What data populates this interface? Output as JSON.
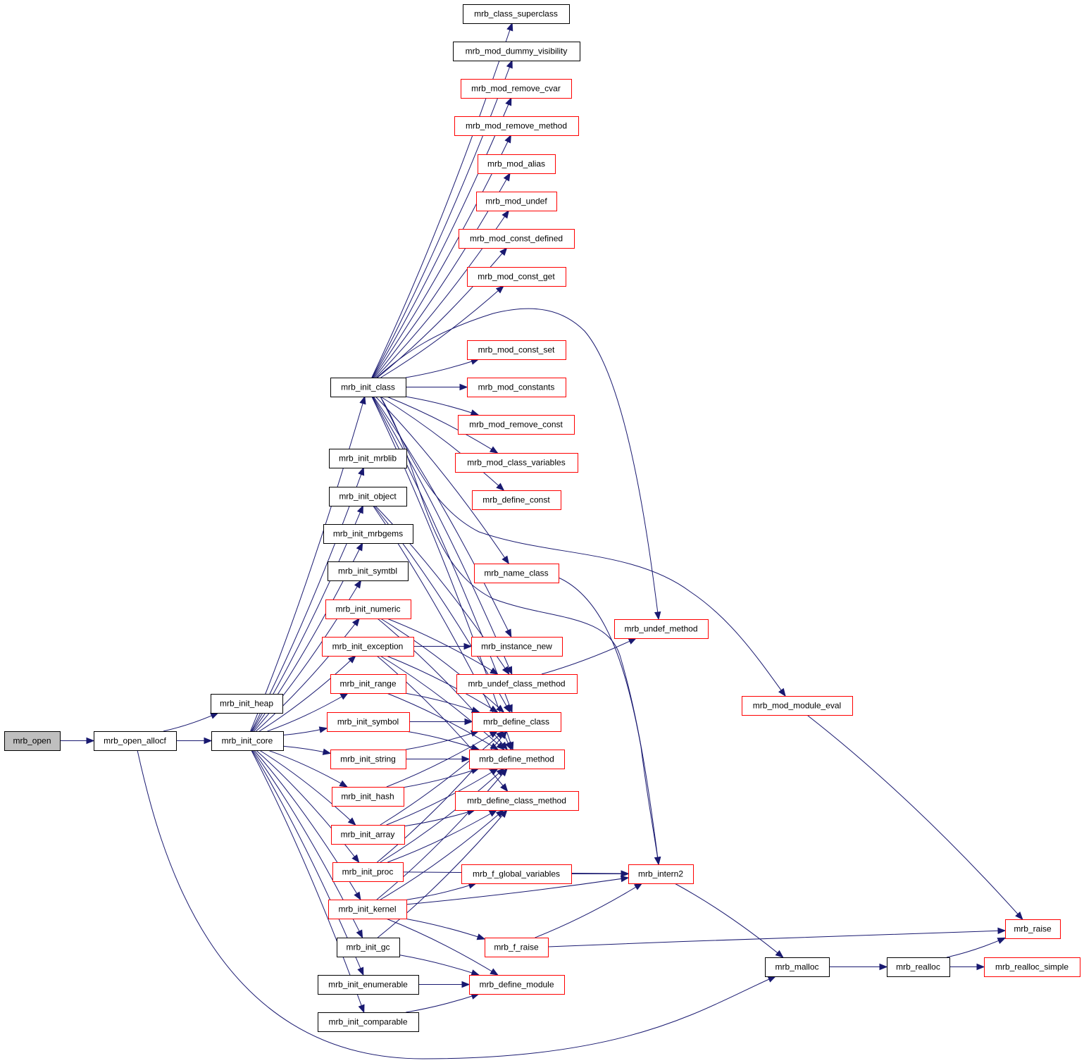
{
  "diagram": {
    "type": "call-graph",
    "colors": {
      "edge": "#191970",
      "node_border_documented": "#000000",
      "node_border_undocumented": "#ff0000",
      "root_fill": "#bfbfbf",
      "node_fill": "#ffffff"
    },
    "nodes": [
      {
        "id": "mrb_open",
        "label": "mrb_open",
        "style": "root"
      },
      {
        "id": "mrb_open_allocf",
        "label": "mrb_open_allocf",
        "style": "black"
      },
      {
        "id": "mrb_init_heap",
        "label": "mrb_init_heap",
        "style": "black"
      },
      {
        "id": "mrb_init_core",
        "label": "mrb_init_core",
        "style": "black"
      },
      {
        "id": "mrb_init_class",
        "label": "mrb_init_class",
        "style": "black"
      },
      {
        "id": "mrb_init_mrblib",
        "label": "mrb_init_mrblib",
        "style": "black"
      },
      {
        "id": "mrb_init_object",
        "label": "mrb_init_object",
        "style": "black"
      },
      {
        "id": "mrb_init_mrbgems",
        "label": "mrb_init_mrbgems",
        "style": "black"
      },
      {
        "id": "mrb_init_symtbl",
        "label": "mrb_init_symtbl",
        "style": "black"
      },
      {
        "id": "mrb_init_numeric",
        "label": "mrb_init_numeric",
        "style": "red"
      },
      {
        "id": "mrb_init_exception",
        "label": "mrb_init_exception",
        "style": "red"
      },
      {
        "id": "mrb_init_range",
        "label": "mrb_init_range",
        "style": "red"
      },
      {
        "id": "mrb_init_symbol",
        "label": "mrb_init_symbol",
        "style": "red"
      },
      {
        "id": "mrb_init_string",
        "label": "mrb_init_string",
        "style": "red"
      },
      {
        "id": "mrb_init_hash",
        "label": "mrb_init_hash",
        "style": "red"
      },
      {
        "id": "mrb_init_array",
        "label": "mrb_init_array",
        "style": "red"
      },
      {
        "id": "mrb_init_proc",
        "label": "mrb_init_proc",
        "style": "red"
      },
      {
        "id": "mrb_init_kernel",
        "label": "mrb_init_kernel",
        "style": "red"
      },
      {
        "id": "mrb_init_gc",
        "label": "mrb_init_gc",
        "style": "black"
      },
      {
        "id": "mrb_init_enumerable",
        "label": "mrb_init_enumerable",
        "style": "black"
      },
      {
        "id": "mrb_init_comparable",
        "label": "mrb_init_comparable",
        "style": "black"
      },
      {
        "id": "mrb_class_superclass",
        "label": "mrb_class_superclass",
        "style": "black"
      },
      {
        "id": "mrb_mod_dummy_visibility",
        "label": "mrb_mod_dummy_visibility",
        "style": "black"
      },
      {
        "id": "mrb_mod_remove_cvar",
        "label": "mrb_mod_remove_cvar",
        "style": "red"
      },
      {
        "id": "mrb_mod_remove_method",
        "label": "mrb_mod_remove_method",
        "style": "red"
      },
      {
        "id": "mrb_mod_alias",
        "label": "mrb_mod_alias",
        "style": "red"
      },
      {
        "id": "mrb_mod_undef",
        "label": "mrb_mod_undef",
        "style": "red"
      },
      {
        "id": "mrb_mod_const_defined",
        "label": "mrb_mod_const_defined",
        "style": "red"
      },
      {
        "id": "mrb_mod_const_get",
        "label": "mrb_mod_const_get",
        "style": "red"
      },
      {
        "id": "mrb_mod_const_set",
        "label": "mrb_mod_const_set",
        "style": "red"
      },
      {
        "id": "mrb_mod_constants",
        "label": "mrb_mod_constants",
        "style": "red"
      },
      {
        "id": "mrb_mod_remove_const",
        "label": "mrb_mod_remove_const",
        "style": "red"
      },
      {
        "id": "mrb_mod_class_variables",
        "label": "mrb_mod_class_variables",
        "style": "red"
      },
      {
        "id": "mrb_define_const",
        "label": "mrb_define_const",
        "style": "red"
      },
      {
        "id": "mrb_name_class",
        "label": "mrb_name_class",
        "style": "red"
      },
      {
        "id": "mrb_instance_new",
        "label": "mrb_instance_new",
        "style": "red"
      },
      {
        "id": "mrb_undef_class_method",
        "label": "mrb_undef_class_method",
        "style": "red"
      },
      {
        "id": "mrb_define_class",
        "label": "mrb_define_class",
        "style": "red"
      },
      {
        "id": "mrb_define_method",
        "label": "mrb_define_method",
        "style": "red"
      },
      {
        "id": "mrb_define_class_method",
        "label": "mrb_define_class_method",
        "style": "red"
      },
      {
        "id": "mrb_f_global_variables",
        "label": "mrb_f_global_variables",
        "style": "red"
      },
      {
        "id": "mrb_f_raise",
        "label": "mrb_f_raise",
        "style": "red"
      },
      {
        "id": "mrb_define_module",
        "label": "mrb_define_module",
        "style": "red"
      },
      {
        "id": "mrb_undef_method",
        "label": "mrb_undef_method",
        "style": "red"
      },
      {
        "id": "mrb_intern2",
        "label": "mrb_intern2",
        "style": "red"
      },
      {
        "id": "mrb_mod_module_eval",
        "label": "mrb_mod_module_eval",
        "style": "red"
      },
      {
        "id": "mrb_malloc",
        "label": "mrb_malloc",
        "style": "black"
      },
      {
        "id": "mrb_realloc",
        "label": "mrb_realloc",
        "style": "black"
      },
      {
        "id": "mrb_raise",
        "label": "mrb_raise",
        "style": "red"
      },
      {
        "id": "mrb_realloc_simple",
        "label": "mrb_realloc_simple",
        "style": "red"
      }
    ],
    "edges": [
      [
        "mrb_open",
        "mrb_open_allocf"
      ],
      [
        "mrb_open_allocf",
        "mrb_init_heap"
      ],
      [
        "mrb_open_allocf",
        "mrb_init_core"
      ],
      [
        "mrb_open_allocf",
        "mrb_malloc"
      ],
      [
        "mrb_init_core",
        "mrb_init_class"
      ],
      [
        "mrb_init_core",
        "mrb_init_mrblib"
      ],
      [
        "mrb_init_core",
        "mrb_init_object"
      ],
      [
        "mrb_init_core",
        "mrb_init_mrbgems"
      ],
      [
        "mrb_init_core",
        "mrb_init_symtbl"
      ],
      [
        "mrb_init_core",
        "mrb_init_numeric"
      ],
      [
        "mrb_init_core",
        "mrb_init_exception"
      ],
      [
        "mrb_init_core",
        "mrb_init_range"
      ],
      [
        "mrb_init_core",
        "mrb_init_symbol"
      ],
      [
        "mrb_init_core",
        "mrb_init_string"
      ],
      [
        "mrb_init_core",
        "mrb_init_hash"
      ],
      [
        "mrb_init_core",
        "mrb_init_array"
      ],
      [
        "mrb_init_core",
        "mrb_init_proc"
      ],
      [
        "mrb_init_core",
        "mrb_init_kernel"
      ],
      [
        "mrb_init_core",
        "mrb_init_gc"
      ],
      [
        "mrb_init_core",
        "mrb_init_enumerable"
      ],
      [
        "mrb_init_core",
        "mrb_init_comparable"
      ],
      [
        "mrb_init_class",
        "mrb_class_superclass"
      ],
      [
        "mrb_init_class",
        "mrb_mod_dummy_visibility"
      ],
      [
        "mrb_init_class",
        "mrb_mod_remove_cvar"
      ],
      [
        "mrb_init_class",
        "mrb_mod_remove_method"
      ],
      [
        "mrb_init_class",
        "mrb_mod_alias"
      ],
      [
        "mrb_init_class",
        "mrb_mod_undef"
      ],
      [
        "mrb_init_class",
        "mrb_mod_const_defined"
      ],
      [
        "mrb_init_class",
        "mrb_mod_const_get"
      ],
      [
        "mrb_init_class",
        "mrb_undef_method"
      ],
      [
        "mrb_init_class",
        "mrb_mod_const_set"
      ],
      [
        "mrb_init_class",
        "mrb_mod_constants"
      ],
      [
        "mrb_init_class",
        "mrb_mod_remove_const"
      ],
      [
        "mrb_init_class",
        "mrb_mod_class_variables"
      ],
      [
        "mrb_init_class",
        "mrb_define_const"
      ],
      [
        "mrb_init_class",
        "mrb_mod_module_eval"
      ],
      [
        "mrb_init_class",
        "mrb_name_class"
      ],
      [
        "mrb_init_class",
        "mrb_intern2"
      ],
      [
        "mrb_init_class",
        "mrb_instance_new"
      ],
      [
        "mrb_init_class",
        "mrb_undef_class_method"
      ],
      [
        "mrb_init_class",
        "mrb_define_class"
      ],
      [
        "mrb_init_class",
        "mrb_define_method"
      ],
      [
        "mrb_init_object",
        "mrb_define_class"
      ],
      [
        "mrb_init_object",
        "mrb_define_method"
      ],
      [
        "mrb_init_object",
        "mrb_undef_class_method"
      ],
      [
        "mrb_init_numeric",
        "mrb_define_class"
      ],
      [
        "mrb_init_numeric",
        "mrb_define_method"
      ],
      [
        "mrb_init_numeric",
        "mrb_undef_class_method"
      ],
      [
        "mrb_init_exception",
        "mrb_instance_new"
      ],
      [
        "mrb_init_exception",
        "mrb_define_class"
      ],
      [
        "mrb_init_exception",
        "mrb_define_method"
      ],
      [
        "mrb_init_exception",
        "mrb_define_class_method"
      ],
      [
        "mrb_init_range",
        "mrb_define_class"
      ],
      [
        "mrb_init_range",
        "mrb_define_method"
      ],
      [
        "mrb_init_symbol",
        "mrb_define_class"
      ],
      [
        "mrb_init_symbol",
        "mrb_define_method"
      ],
      [
        "mrb_init_string",
        "mrb_define_class"
      ],
      [
        "mrb_init_string",
        "mrb_define_method"
      ],
      [
        "mrb_init_hash",
        "mrb_define_class"
      ],
      [
        "mrb_init_hash",
        "mrb_define_method"
      ],
      [
        "mrb_init_array",
        "mrb_define_class"
      ],
      [
        "mrb_init_array",
        "mrb_define_method"
      ],
      [
        "mrb_init_array",
        "mrb_define_class_method"
      ],
      [
        "mrb_init_proc",
        "mrb_define_class"
      ],
      [
        "mrb_init_proc",
        "mrb_define_method"
      ],
      [
        "mrb_init_proc",
        "mrb_define_class_method"
      ],
      [
        "mrb_init_proc",
        "mrb_intern2"
      ],
      [
        "mrb_init_kernel",
        "mrb_define_method"
      ],
      [
        "mrb_init_kernel",
        "mrb_define_class_method"
      ],
      [
        "mrb_init_kernel",
        "mrb_f_global_variables"
      ],
      [
        "mrb_init_kernel",
        "mrb_intern2"
      ],
      [
        "mrb_init_kernel",
        "mrb_f_raise"
      ],
      [
        "mrb_init_kernel",
        "mrb_define_module"
      ],
      [
        "mrb_init_gc",
        "mrb_define_class_method"
      ],
      [
        "mrb_init_gc",
        "mrb_define_module"
      ],
      [
        "mrb_init_enumerable",
        "mrb_define_module"
      ],
      [
        "mrb_init_comparable",
        "mrb_define_module"
      ],
      [
        "mrb_name_class",
        "mrb_intern2"
      ],
      [
        "mrb_undef_class_method",
        "mrb_undef_method"
      ],
      [
        "mrb_f_global_variables",
        "mrb_intern2"
      ],
      [
        "mrb_f_raise",
        "mrb_intern2"
      ],
      [
        "mrb_f_raise",
        "mrb_raise"
      ],
      [
        "mrb_intern2",
        "mrb_malloc"
      ],
      [
        "mrb_mod_module_eval",
        "mrb_raise"
      ],
      [
        "mrb_malloc",
        "mrb_realloc"
      ],
      [
        "mrb_realloc",
        "mrb_raise"
      ],
      [
        "mrb_realloc",
        "mrb_realloc_simple"
      ]
    ]
  }
}
